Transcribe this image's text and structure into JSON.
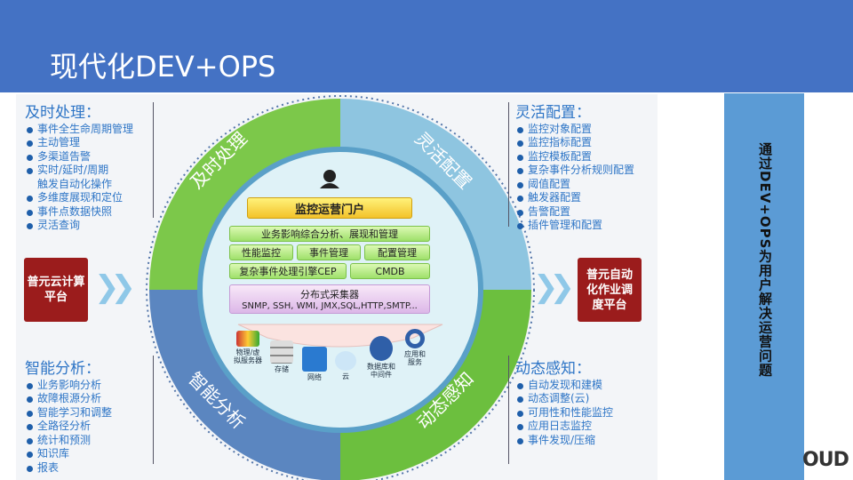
{
  "header": {
    "title": "现代化DEV+OPS"
  },
  "lists": {
    "tl": {
      "title": "及时处理：",
      "items": [
        "事件全生命周期管理",
        "主动管理",
        "多渠道告警",
        "实时/延时/周期",
        "触发自动化操作",
        "多维度展现和定位",
        "事件点数据快照",
        "灵活查询"
      ]
    },
    "tr": {
      "title": "灵活配置：",
      "items": [
        "监控对象配置",
        "监控指标配置",
        "监控模板配置",
        "复杂事件分析规则配置",
        "阈值配置",
        "触发器配置",
        "告警配置",
        "插件管理和配置"
      ]
    },
    "bl": {
      "title": "智能分析：",
      "items": [
        "业务影响分析",
        "故障根源分析",
        "智能学习和调整",
        "全路径分析",
        "统计和预测",
        "知识库",
        "报表"
      ]
    },
    "br": {
      "title": "动态感知：",
      "items": [
        "自动发现和建模",
        "动态调整(云)",
        "可用性和性能监控",
        "应用日志监控",
        "事件发现/压缩"
      ]
    }
  },
  "ring": {
    "tl": "及时处理",
    "tr": "灵活配置",
    "bl": "智能分析",
    "br": "动态感知"
  },
  "left_box": "普元云计算平台",
  "right_box": "普元自动化作业调度平台",
  "center": {
    "portal": "监控运营门户",
    "business": "业务影响综合分析、展现和管理",
    "perf": "性能监控",
    "event": "事件管理",
    "config": "配置管理",
    "cep": "复杂事件处理引擎CEP",
    "cmdb": "CMDB",
    "collector": "分布式采集器",
    "protocols": "SNMP, SSH, WMI, JMX,SQL,HTTP,SMTP...",
    "resources": [
      "物理/虚拟服务器",
      "存储",
      "网络",
      "云",
      "数据库和中间件",
      "应用和服务"
    ]
  },
  "side_text": "通过DEV+OPS为用户解决运营问题",
  "logo": "OUD",
  "colors": {
    "header": "#4472c4",
    "side": "#5b9bd5",
    "red": "#9b1c1c",
    "green": "#7cc84a",
    "blue": "#5b86c0"
  }
}
